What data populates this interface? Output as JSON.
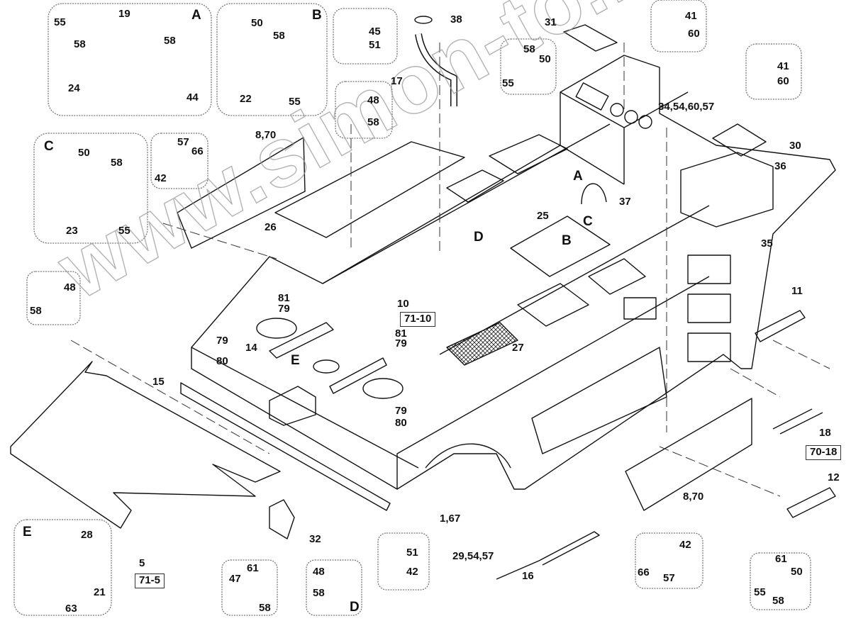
{
  "title": "Frame assembly exploded parts diagram",
  "watermark": "www.simon-to.kz",
  "detail_views": {
    "A": {
      "letter": "A",
      "parts": [
        "55",
        "58",
        "19",
        "58",
        "44",
        "24"
      ]
    },
    "B": {
      "letter": "B",
      "parts": [
        "50",
        "58",
        "22",
        "55"
      ]
    },
    "C": {
      "letter": "C",
      "parts": [
        "50",
        "58",
        "23",
        "55"
      ]
    },
    "D": {
      "letter": "D",
      "parts": [
        "48",
        "58"
      ]
    },
    "E": {
      "letter": "E",
      "parts": [
        "28",
        "21",
        "63"
      ]
    }
  },
  "fastener_callouts": [
    {
      "id": "c1",
      "parts": [
        "45",
        "51"
      ]
    },
    {
      "id": "c2",
      "parts": [
        "48",
        "58"
      ]
    },
    {
      "id": "c3",
      "parts": [
        "58",
        "50",
        "55"
      ]
    },
    {
      "id": "c4",
      "parts": [
        "41",
        "60"
      ]
    },
    {
      "id": "c5",
      "parts": [
        "41",
        "60"
      ]
    },
    {
      "id": "c6",
      "parts": [
        "42",
        "57",
        "66"
      ]
    },
    {
      "id": "c7",
      "parts": [
        "48",
        "58"
      ]
    },
    {
      "id": "c8",
      "parts": [
        "47",
        "61",
        "58"
      ]
    },
    {
      "id": "c9",
      "parts": [
        "51",
        "42"
      ]
    },
    {
      "id": "c10",
      "parts": [
        "66",
        "57",
        "42"
      ]
    },
    {
      "id": "c11",
      "parts": [
        "61",
        "55",
        "58",
        "50"
      ]
    }
  ],
  "labels": {
    "a_55": "55",
    "a_19": "19",
    "a_58a": "58",
    "a_58b": "58",
    "a_24": "24",
    "a_44": "44",
    "a_letter": "A",
    "b_50": "50",
    "b_58": "58",
    "b_22": "22",
    "b_55": "55",
    "b_letter": "B",
    "c1_45": "45",
    "c1_51": "51",
    "p38": "38",
    "p17": "17",
    "c2_48": "48",
    "c2_58": "58",
    "c3_58": "58",
    "c3_50": "50",
    "c3_55": "55",
    "p31": "31",
    "c4_41": "41",
    "c4_60": "60",
    "c5_41": "41",
    "c5_60": "60",
    "p34": "34,54,60,57",
    "p30": "30",
    "p36": "36",
    "p35": "35",
    "p37": "37",
    "c_letter": "C",
    "c_50": "50",
    "c_58": "58",
    "c_23": "23",
    "c_55": "55",
    "c6_42": "42",
    "c6_57": "57",
    "c6_66": "66",
    "p870a": "8,70",
    "p26": "26",
    "p25": "25",
    "m_A": "A",
    "m_B": "B",
    "m_C": "C",
    "m_D": "D",
    "m_E": "E",
    "p10": "10",
    "r7110": "71-10",
    "p81a": "81",
    "p79a": "79",
    "p79b": "79",
    "p80a": "80",
    "p14": "14",
    "p81b": "81",
    "p79c": "79",
    "p79d": "79",
    "p80b": "80",
    "p27": "27",
    "p15": "15",
    "p11": "11",
    "p18": "18",
    "r7018": "70-18",
    "p12": "12",
    "c7_48": "48",
    "c7_58": "58",
    "p5": "5",
    "r715": "71-5",
    "p32": "32",
    "e_letter": "E",
    "e_28": "28",
    "e_21": "21",
    "e_63": "63",
    "c8_61": "61",
    "c8_47": "47",
    "c8_58": "58",
    "d_48": "48",
    "d_58": "58",
    "d_letter": "D",
    "c9_51": "51",
    "c9_42": "42",
    "p167": "1,67",
    "p29": "29,54,57",
    "p16": "16",
    "c10_42": "42",
    "c10_66": "66",
    "c10_57": "57",
    "p870b": "8,70",
    "c11_61": "61",
    "c11_50": "50",
    "c11_55": "55",
    "c11_58": "58"
  }
}
